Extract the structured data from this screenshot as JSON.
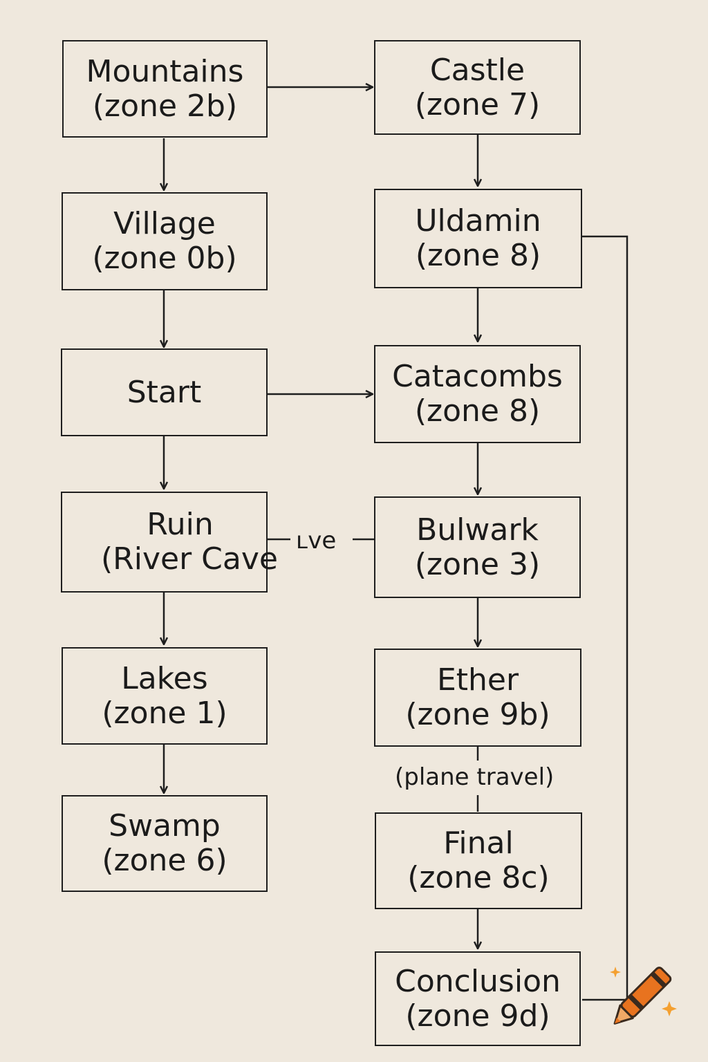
{
  "nodes": [
    {
      "id": "mountains",
      "title": "Mountains",
      "sub": "(zone 2b)"
    },
    {
      "id": "castle",
      "title": "Castle",
      "sub": "(zone 7)"
    },
    {
      "id": "village",
      "title": "Village",
      "sub": "(zone 0b)"
    },
    {
      "id": "uldamin",
      "title": "Uldamin",
      "sub": "(zone 8)"
    },
    {
      "id": "start",
      "title": "Start",
      "sub": ""
    },
    {
      "id": "catacombs",
      "title": "Catacombs",
      "sub": "(zone 8)"
    },
    {
      "id": "ruin",
      "title": "Ruin",
      "sub": "(River Cave"
    },
    {
      "id": "bulwark",
      "title": "Bulwark",
      "sub": "(zone 3)"
    },
    {
      "id": "lakes",
      "title": "Lakes",
      "sub": "(zone 1)"
    },
    {
      "id": "ether",
      "title": "Ether",
      "sub": "(zone 9b)"
    },
    {
      "id": "swamp",
      "title": "Swamp",
      "sub": "(zone 6)"
    },
    {
      "id": "final",
      "title": "Final",
      "sub": "(zone 8c)"
    },
    {
      "id": "conclusion",
      "title": "Conclusion",
      "sub": "(zone 9d)"
    }
  ],
  "edge_labels": {
    "ruin_bulwark": "ʟve",
    "ether_final": "(plane travel)"
  },
  "icons": {
    "corner": "crayon-icon"
  },
  "colors": {
    "background": "#efe8dd",
    "line": "#1e1e1e",
    "crayon": "#e8731f"
  }
}
